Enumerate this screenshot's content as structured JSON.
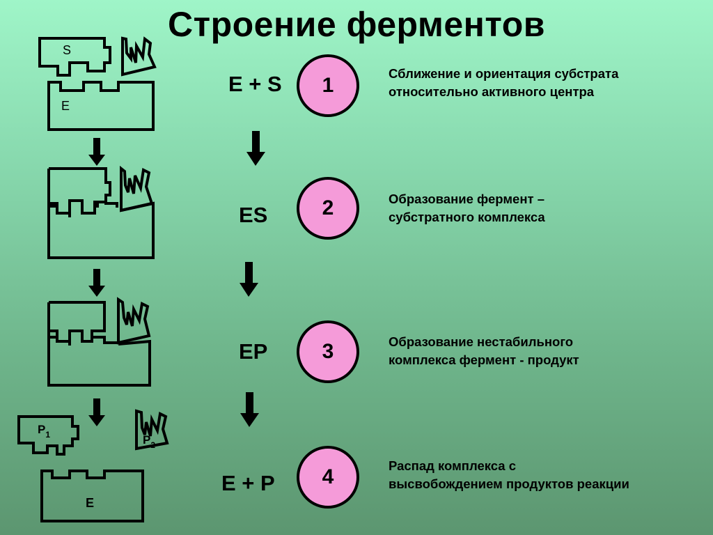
{
  "title": "Строение ферментов",
  "stages": [
    {
      "label": "E + S",
      "number": "1",
      "description": [
        "Сближение и ориентация субстрата",
        "относительно активного центра"
      ]
    },
    {
      "label": "ES",
      "number": "2",
      "description": [
        "Образование фермент –",
        "субстратного комплекса"
      ]
    },
    {
      "label": "EP",
      "number": "3",
      "description": [
        "Образование нестабильного",
        "комплекса фермент - продукт"
      ]
    },
    {
      "label": "E + P",
      "number": "4",
      "description": [
        "Распад комплекса с",
        "высвобождением продуктов реакции"
      ]
    }
  ],
  "diagram_labels": {
    "substrate": "S",
    "enzyme_top": "E",
    "product1": "P",
    "product1_sub": "1",
    "product2": "P",
    "product2_sub": "2",
    "enzyme_bottom": "E"
  }
}
